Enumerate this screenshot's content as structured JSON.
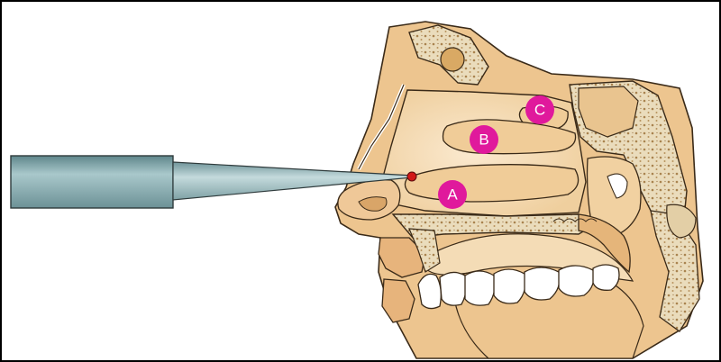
{
  "labels": {
    "a": "A",
    "b": "B",
    "c": "C"
  },
  "colors": {
    "tissue": "#edc58f",
    "tissue_light": "#f3d6ab",
    "cavity": "#f6dfbe",
    "bone": "#e8d6b2",
    "bone_dots": "#b08a55",
    "outline": "#3a2a18",
    "marker": "#e0199c",
    "tip_dot": "#d11818",
    "probe_body": "#8fb3b7"
  }
}
